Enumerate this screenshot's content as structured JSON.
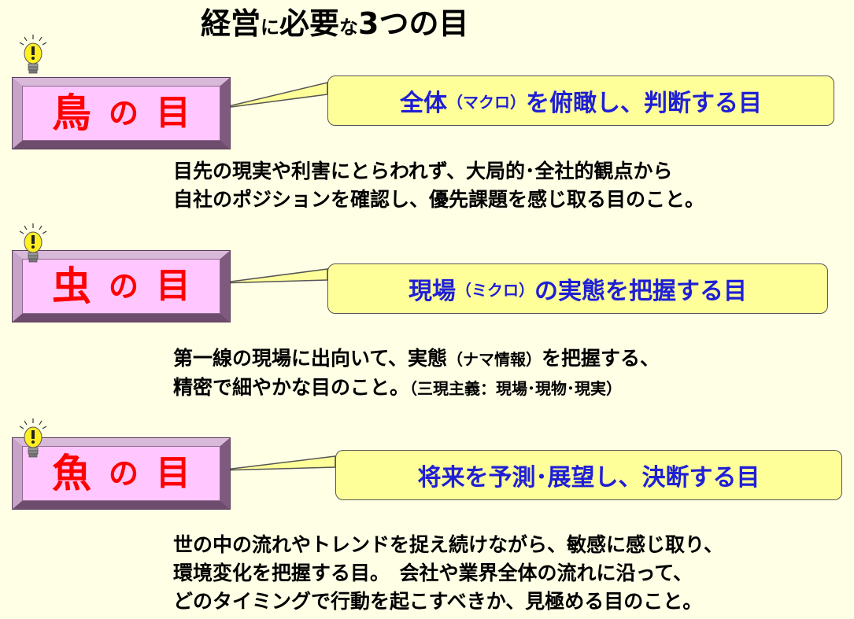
{
  "title": {
    "part1": "経営",
    "part2": "に",
    "part3": "必要",
    "part4": "な",
    "part5": "3つの目"
  },
  "sections": [
    {
      "eye_kanji": "鳥",
      "eye_no": "の",
      "eye_me": "目",
      "callout_a": "全体",
      "callout_b": "（マクロ）",
      "callout_c": "を俯瞰し、判断する目",
      "desc_line1": "目先の現実や利害にとらわれず、大局的･全社的観点から",
      "desc_line2": "自社のポジションを確認し、優先課題を感じ取る目のこと。"
    },
    {
      "eye_kanji": "虫",
      "eye_no": "の",
      "eye_me": "目",
      "callout_a": "現場",
      "callout_b": "（ミクロ）",
      "callout_c": "の実態を把握する目",
      "desc_line1a": "第一線の現場に出向いて、実態",
      "desc_line1b": "（ナマ情報）",
      "desc_line1c": "を把握する、",
      "desc_line2a": "精密で細やかな目のこと。",
      "desc_line2b": "（三現主義：現場･現物･現実）"
    },
    {
      "eye_kanji": "魚",
      "eye_no": "の",
      "eye_me": "目",
      "callout_c": "将来を予測･展望し、決断する目",
      "desc_line1": "世の中の流れやトレンドを捉え続けながら、敏感に感じ取り、",
      "desc_line2": "環境変化を把握する目。　会社や業界全体の流れに沿って、",
      "desc_line3": "どのタイミングで行動を起こすべきか、見極める目のこと。"
    }
  ],
  "icons": {
    "bulb": "lightbulb-icon"
  },
  "colors": {
    "background": "#FFFFE6",
    "eye_text": "#FF0000",
    "callout_text": "#1F1FD6",
    "callout_bg": "#FFFF99",
    "box_face": "#FFC6FF"
  }
}
